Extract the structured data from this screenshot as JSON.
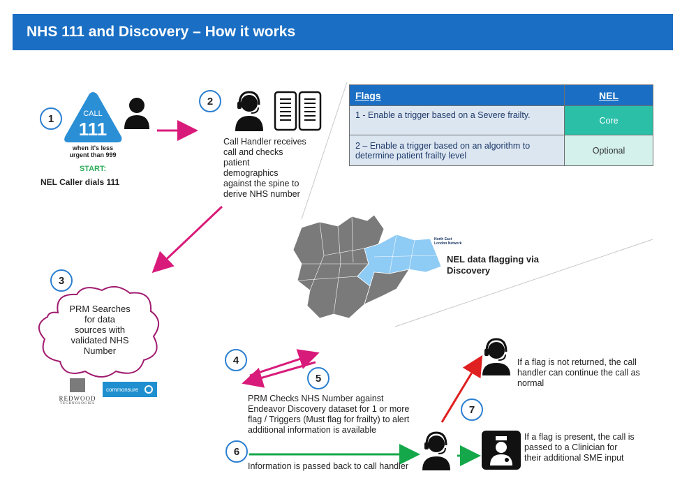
{
  "header": {
    "title": "NHS 111 and Discovery – How it works"
  },
  "steps": [
    "1",
    "2",
    "3",
    "4",
    "5",
    "6",
    "7"
  ],
  "step1": {
    "logo_call": "CALL",
    "logo_number": "111",
    "logo_tagline_1": "when it's less",
    "logo_tagline_2": "urgent than 999",
    "start_label": "START:",
    "caption": "NEL Caller dials 111"
  },
  "step2": {
    "text": [
      "Call Handler receives",
      "call and checks",
      "patient",
      "demographics",
      "against the spine to",
      "derive NHS number"
    ]
  },
  "step3": {
    "text": [
      "PRM Searches",
      "for data",
      "sources with",
      "validated NHS",
      "Number"
    ]
  },
  "logos": {
    "redwood_main": "REDWOOD",
    "redwood_sub": "TECHNOLOGIES",
    "commonwell": "commonsure"
  },
  "flags_table": {
    "headers": [
      "Flags",
      "NEL"
    ],
    "rows": [
      {
        "flag": "1 - Enable a trigger based on a Severe frailty.",
        "nel": "Core"
      },
      {
        "flag": "2 – Enable a trigger based on an algorithm to determine patient frailty level",
        "nel": "Optional"
      }
    ]
  },
  "map": {
    "region_label": "North East London Network",
    "caption_line1": "NEL data flagging via",
    "caption_line2": "Discovery"
  },
  "step5": {
    "text": [
      "PRM Checks NHS Number against",
      "Endeavor Discovery dataset for 1 or more",
      "flag / Triggers (Must flag for frailty) to alert",
      "additional information is available"
    ]
  },
  "step6": {
    "text": "Information is passed back to call handler"
  },
  "outcome_no_flag": {
    "text": [
      "If a flag is not returned, the call",
      "handler can continue the call as",
      "normal"
    ]
  },
  "outcome_flag": {
    "text": [
      "If a flag is present, the call is",
      "passed to a Clinician for",
      "their additional SME input"
    ]
  },
  "colors": {
    "header_blue": "#1a6fc4",
    "magenta_arrow": "#d81b7a",
    "green_arrow": "#14a84a",
    "red_arrow": "#e02020",
    "nel_blue": "#8ecbf5",
    "map_grey": "#7a7a7a",
    "core_teal": "#2bbfa8"
  }
}
